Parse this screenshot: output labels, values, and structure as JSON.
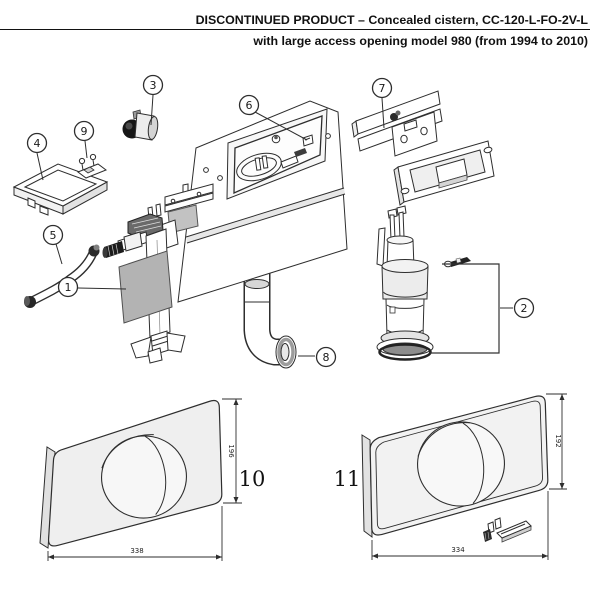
{
  "header": {
    "line1": "DISCONTINUED PRODUCT – Concealed cistern, CC-120-L-FO-2V-L",
    "line2": "with large access opening model 980 (from 1994 to 2010)"
  },
  "callouts": {
    "c1": "1",
    "c2": "2",
    "c3": "3",
    "c4": "4",
    "c5": "5",
    "c6": "6",
    "c7": "7",
    "c8": "8",
    "c9": "9"
  },
  "plates": {
    "left": {
      "number": "10",
      "height_mm": "196",
      "width_mm": "338"
    },
    "right": {
      "number": "11",
      "height_mm": "192",
      "width_mm": "334"
    }
  },
  "colors": {
    "line": "#2e2e2e",
    "paper": "#ffffff",
    "shade_light": "#ededed",
    "shade_mid": "#b3b3b3",
    "shade_dark": "#1f1f1f"
  }
}
